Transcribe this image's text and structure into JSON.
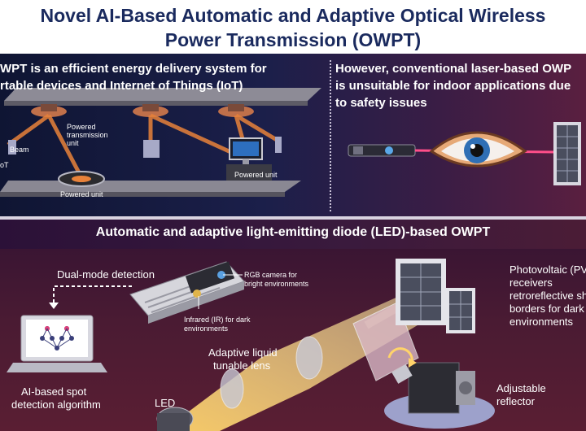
{
  "title": {
    "line1": "Novel AI-Based Automatic and Adaptive Optical Wireless",
    "line2": "Power Transmission (OWPT)"
  },
  "top_left": {
    "heading_line1": "WPT is an efficient energy delivery system for",
    "heading_line2": "rtable devices and Internet of Things (IoT)",
    "labels": {
      "powered_transmission_unit": [
        "Powered",
        "transmission",
        "unit"
      ],
      "beam": "Beam",
      "iot": "oT",
      "powered_unit_right": "Powered unit",
      "powered_unit_bottom": "Powered unit"
    }
  },
  "top_right": {
    "heading_line1": "However, conventional laser-based OWP",
    "heading_line2": "is unsuitable for indoor applications due",
    "heading_line3": "to safety issues"
  },
  "section_title": "Automatic and adaptive light-emitting diode (LED)-based OWPT",
  "bottom": {
    "dual_mode": "Dual-mode detection",
    "rgb_camera": [
      "RGB camera for",
      "bright environments"
    ],
    "infrared": [
      "Infrared (IR) for dark",
      "environments"
    ],
    "ai_algorithm": [
      "AI-based spot",
      "detection algorithm"
    ],
    "adaptive_lens": [
      "Adaptive liquid",
      "tunable lens"
    ],
    "led": "LED",
    "pv": [
      "Photovoltaic (PV",
      "receivers",
      "retroreflective sh",
      "borders for dark",
      "environments"
    ],
    "reflector": [
      "Adjustable",
      "reflector"
    ]
  },
  "colors": {
    "title_text": "#1a2a5e",
    "beam_orange": "#e8823a",
    "laser_pink": "#ff4f8a",
    "led_beam": "#ffd36a"
  }
}
